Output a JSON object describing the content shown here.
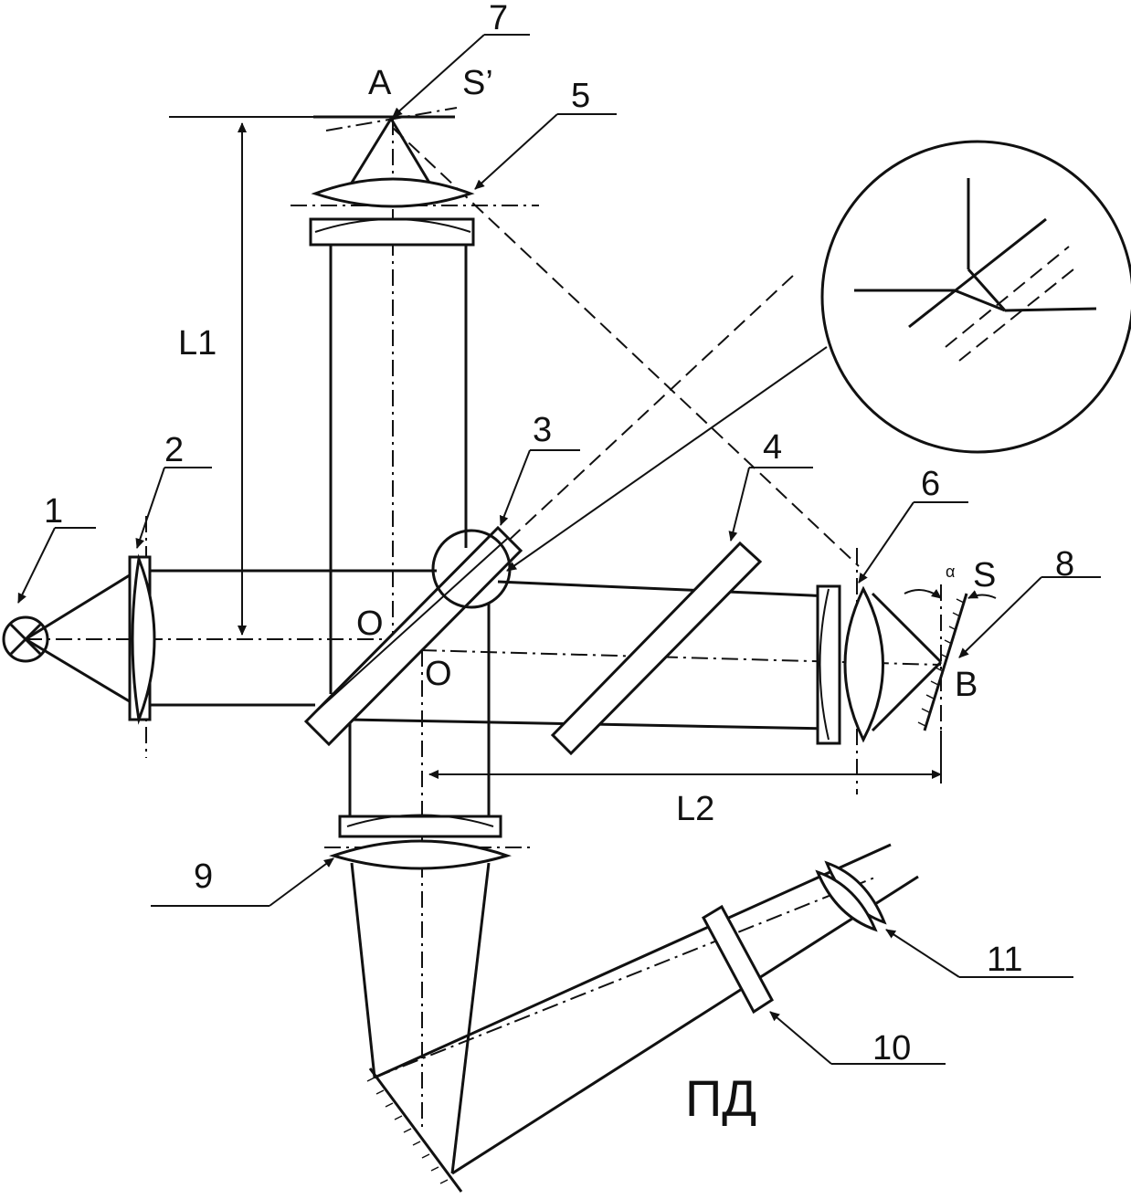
{
  "labels": {
    "n1": "1",
    "n2": "2",
    "n3": "3",
    "n4": "4",
    "n5": "5",
    "n6": "6",
    "n7": "7",
    "n8": "8",
    "n9": "9",
    "n10": "10",
    "n11": "11",
    "A": "A",
    "B": "B",
    "S": "S",
    "S_prime": "S’",
    "alpha": "α",
    "L1": "L1",
    "L2": "L2",
    "O1": "O",
    "O2": "O",
    "PD": "ПД"
  },
  "colors": {
    "ink": "#111111",
    "background": "#ffffff"
  }
}
